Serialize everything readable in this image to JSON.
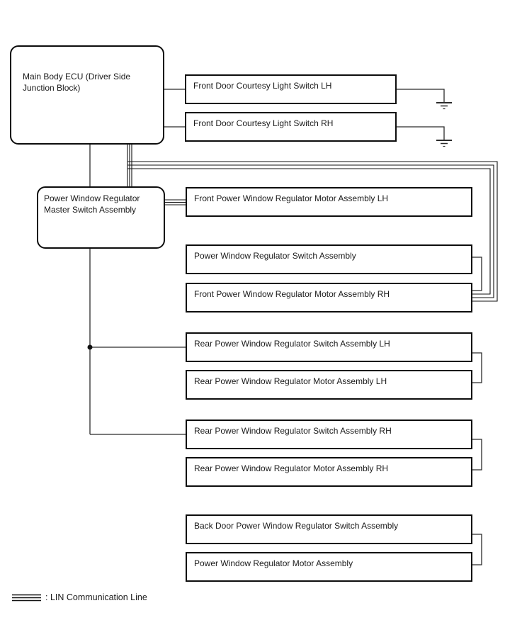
{
  "diagram": {
    "title_hint": "Power window system communication diagram",
    "ecu": {
      "label": "Main Body ECU (Driver Side Junction Block)"
    },
    "master_switch": {
      "label": "Power Window Regulator Master Switch Assembly"
    },
    "components": [
      {
        "label": "Front Door Courtesy Light Switch LH"
      },
      {
        "label": "Front Door Courtesy Light Switch RH"
      },
      {
        "label": "Front Power Window Regulator Motor Assembly LH"
      },
      {
        "label": "Power Window Regulator Switch Assembly"
      },
      {
        "label": "Front Power Window Regulator Motor Assembly RH"
      },
      {
        "label": "Rear Power Window Regulator Switch Assembly LH"
      },
      {
        "label": "Rear Power Window Regulator Motor Assembly LH"
      },
      {
        "label": "Rear Power Window Regulator Switch Assembly RH"
      },
      {
        "label": "Rear Power Window Regulator Motor Assembly RH"
      },
      {
        "label": "Back Door Power Window Regulator Switch Assembly"
      },
      {
        "label": "Power Window Regulator Motor Assembly"
      }
    ],
    "legend": {
      "label": ": LIN Communication Line",
      "symbol": "lin-triple-line"
    },
    "colors": {
      "line": "#2b2b2b",
      "lin_line": "#111111",
      "border": "#0d0d0d",
      "background": "#ffffff"
    }
  }
}
